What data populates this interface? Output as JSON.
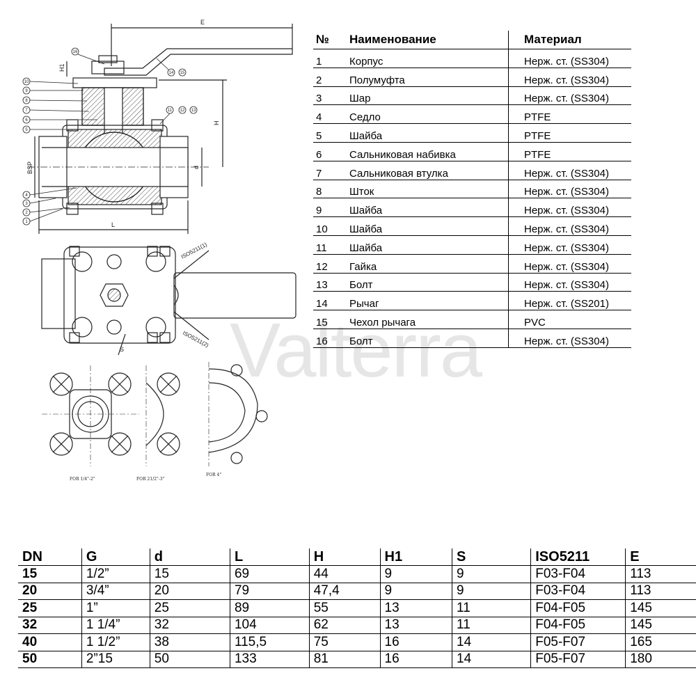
{
  "drawing": {
    "labels": {
      "E": "E",
      "H1": "H1",
      "H": "H",
      "BSP": "BSP",
      "d": "d",
      "L": "L",
      "S": "S",
      "iso1": "ISO5211(1)",
      "iso2": "ISO5211(2)",
      "for1": "FOR 1/4\"-2\"",
      "for2": "FOR 21/2\"-3\"",
      "for3": "FOR 4\""
    },
    "callouts_left": [
      "10",
      "9",
      "8",
      "7",
      "6",
      "5",
      "4",
      "3",
      "2",
      "1"
    ],
    "callouts_top": [
      "16",
      "14",
      "15"
    ],
    "callouts_right": [
      "11",
      "12",
      "13"
    ]
  },
  "watermark": {
    "text": "Valterra"
  },
  "parts_table": {
    "headers": [
      "№",
      "Наименование",
      "Материал"
    ],
    "rows": [
      [
        "1",
        "Корпус",
        "Нерж. ст. (SS304)"
      ],
      [
        "2",
        "Полумуфта",
        "Нерж. ст. (SS304)"
      ],
      [
        "3",
        "Шар",
        "Нерж. ст. (SS304)"
      ],
      [
        "4",
        "Седло",
        "PTFE"
      ],
      [
        "5",
        "Шайба",
        "PTFE"
      ],
      [
        "6",
        "Сальниковая набивка",
        "PTFE"
      ],
      [
        "7",
        "Сальниковая втулка",
        "Нерж. ст. (SS304)"
      ],
      [
        "8",
        "Шток",
        "Нерж. ст. (SS304)"
      ],
      [
        "9",
        "Шайба",
        "Нерж. ст. (SS304)"
      ],
      [
        "10",
        "Шайба",
        "Нерж. ст. (SS304)"
      ],
      [
        "11",
        "Шайба",
        "Нерж. ст. (SS304)"
      ],
      [
        "12",
        "Гайка",
        "Нерж. ст. (SS304)"
      ],
      [
        "13",
        "Болт",
        "Нерж. ст. (SS304)"
      ],
      [
        "14",
        "Рычаг",
        "Нерж. ст. (SS201)"
      ],
      [
        "15",
        "Чехол рычага",
        "PVC"
      ],
      [
        "16",
        "Болт",
        "Нерж. ст. (SS304)"
      ]
    ]
  },
  "dims_table": {
    "headers": [
      "DN",
      "G",
      "d",
      "L",
      "H",
      "H1",
      "S",
      "ISO5211",
      "E"
    ],
    "rows": [
      [
        "15",
        "1/2”",
        "15",
        "69",
        "44",
        "9",
        "9",
        "F03-F04",
        "113"
      ],
      [
        "20",
        "3/4”",
        "20",
        "79",
        "47,4",
        "9",
        "9",
        "F03-F04",
        "113"
      ],
      [
        "25",
        "1”",
        "25",
        "89",
        "55",
        "13",
        "11",
        "F04-F05",
        "145"
      ],
      [
        "32",
        "1 1/4”",
        "32",
        "104",
        "62",
        "13",
        "11",
        "F04-F05",
        "145"
      ],
      [
        "40",
        "1 1/2”",
        "38",
        "115,5",
        "75",
        "16",
        "14",
        "F05-F07",
        "165"
      ],
      [
        "50",
        "2”15",
        "50",
        "133",
        "81",
        "16",
        "14",
        "F05-F07",
        "180"
      ]
    ]
  }
}
